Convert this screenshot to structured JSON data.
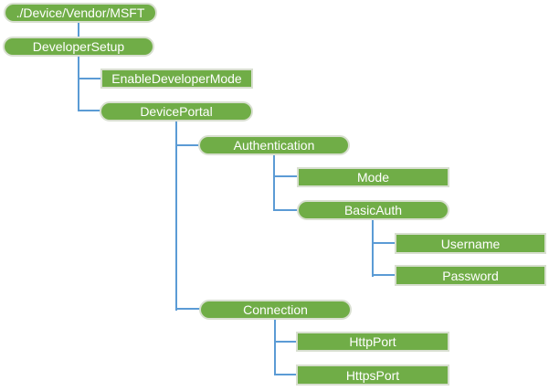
{
  "diagram": {
    "description": "Hierarchy tree diagram",
    "colors": {
      "node_fill": "#70AD47",
      "node_border": "#D8DFD0",
      "node_text": "#FFFFFF",
      "connector": "#5B9BD5",
      "background": "#FFFFFF"
    },
    "nodes": {
      "root": {
        "label": "./Device/Vendor/MSFT",
        "shape": "pill",
        "parent": null
      },
      "developer_setup": {
        "label": "DeveloperSetup",
        "shape": "pill",
        "parent": "root"
      },
      "enable_developer_mode": {
        "label": "EnableDeveloperMode",
        "shape": "rect",
        "parent": "developer_setup"
      },
      "device_portal": {
        "label": "DevicePortal",
        "shape": "pill",
        "parent": "developer_setup"
      },
      "authentication": {
        "label": "Authentication",
        "shape": "pill",
        "parent": "device_portal"
      },
      "mode": {
        "label": "Mode",
        "shape": "rect",
        "parent": "authentication"
      },
      "basic_auth": {
        "label": "BasicAuth",
        "shape": "pill",
        "parent": "authentication"
      },
      "username": {
        "label": "Username",
        "shape": "rect",
        "parent": "basic_auth"
      },
      "password": {
        "label": "Password",
        "shape": "rect",
        "parent": "basic_auth"
      },
      "connection": {
        "label": "Connection",
        "shape": "pill",
        "parent": "device_portal"
      },
      "http_port": {
        "label": "HttpPort",
        "shape": "rect",
        "parent": "connection"
      },
      "https_port": {
        "label": "HttpsPort",
        "shape": "rect",
        "parent": "connection"
      }
    }
  }
}
